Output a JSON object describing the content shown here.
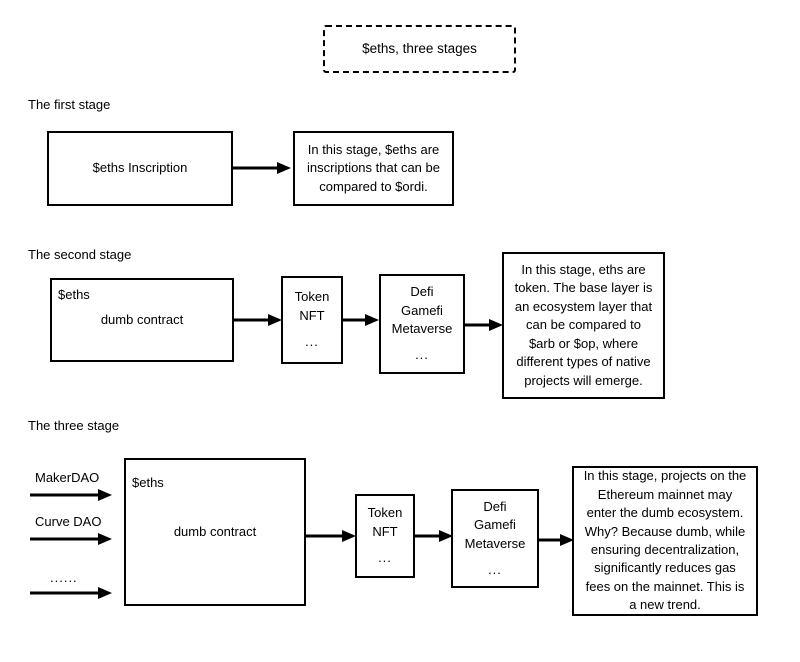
{
  "title_box": {
    "label": "$eths, three stages"
  },
  "stages": [
    {
      "heading": "The first stage",
      "source_box": "$eths  Inscription",
      "flow_boxes": [],
      "description": "In this stage, $eths are inscriptions that can be compared to $ordi.",
      "inputs": []
    },
    {
      "heading": "The second stage",
      "source_box_corner": "$eths",
      "source_box": "dumb contract",
      "flow_boxes": [
        {
          "lines": [
            "Token",
            "NFT"
          ],
          "dots": "..."
        },
        {
          "lines": [
            "Defi",
            "Gamefi",
            "Metaverse"
          ],
          "dots": "..."
        }
      ],
      "description": "In this stage, eths are token. The base layer is an ecosystem layer that can be compared to $arb or $op, where different types of native projects will emerge.",
      "inputs": []
    },
    {
      "heading": "The three stage",
      "source_box_corner": "$eths",
      "source_box": "dumb contract",
      "flow_boxes": [
        {
          "lines": [
            "Token",
            "NFT"
          ],
          "dots": "..."
        },
        {
          "lines": [
            "Defi",
            "Gamefi",
            "Metaverse"
          ],
          "dots": "..."
        }
      ],
      "description": "In this stage, projects on the Ethereum mainnet may enter the dumb ecosystem. Why? Because dumb, while ensuring decentralization, significantly reduces gas fees on the mainnet. This is a new trend.",
      "inputs": [
        "MakerDAO",
        "Curve DAO",
        "......"
      ]
    }
  ]
}
